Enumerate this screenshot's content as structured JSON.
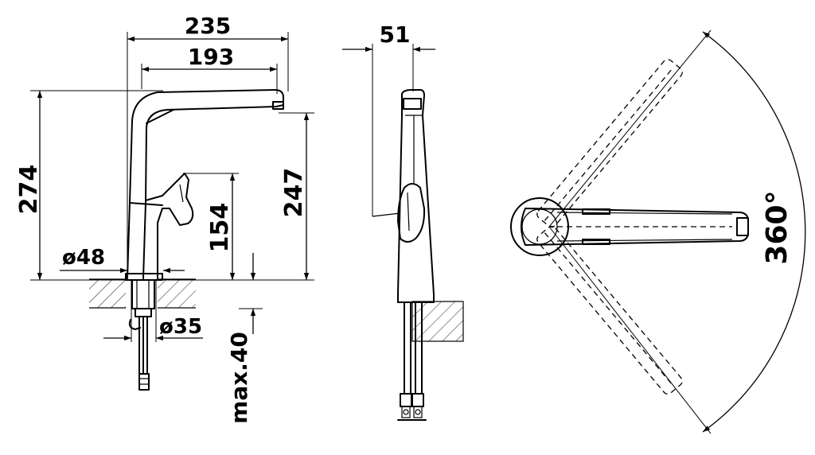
{
  "dimensions": {
    "overall_width": "235",
    "spout_reach": "193",
    "overall_height": "274",
    "spout_height": "247",
    "lever_height": "154",
    "base_diameter": "ø48",
    "hole_diameter": "ø35",
    "max_thickness": "max.40",
    "side_depth": "51",
    "rotation": "360°"
  }
}
